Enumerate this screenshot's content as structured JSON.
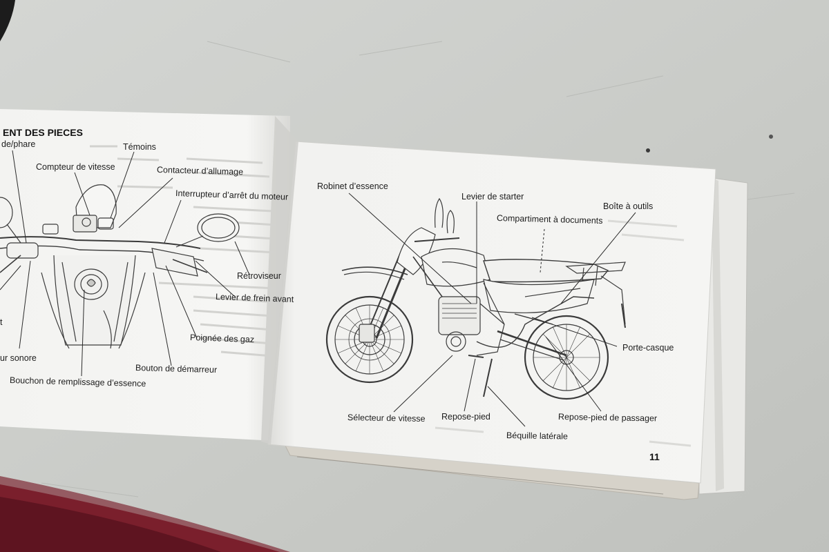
{
  "left_page": {
    "heading": "ENT DES PIECES",
    "labels": {
      "phare": "de/phare",
      "temoins": "Témoins",
      "compteur": "Compteur de vitesse",
      "contacteur": "Contacteur d’allumage",
      "interrupteur": "Interrupteur d’arrêt du moteur",
      "retroviseur": "Rétroviseur",
      "levier_frein": "Levier de frein avant",
      "poignee_gaz": "Poignée des gaz",
      "bouton_demarreur": "Bouton de démarreur",
      "bouchon": "Bouchon de remplissage d’essence",
      "avertisseur": "ur sonore",
      "cut_t": "t"
    }
  },
  "right_page": {
    "labels": {
      "robinet": "Robinet d’essence",
      "levier_starter": "Levier de starter",
      "boite_outils": "Boîte à outils",
      "compartiment": "Compartiment à documents",
      "porte_casque": "Porte-casque",
      "selecteur": "Sélecteur de vitesse",
      "repose_pied": "Repose-pied",
      "repose_passager": "Repose-pied de passager",
      "bequille": "Béquille latérale"
    },
    "page_number": "11"
  }
}
